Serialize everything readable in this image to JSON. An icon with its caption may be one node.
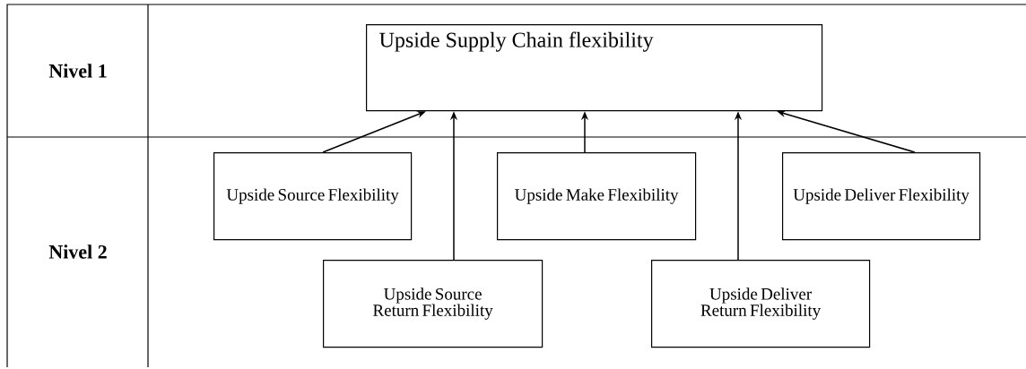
{
  "diagram": {
    "nodes": [
      {
        "text": [
          "Upside Supply Chain flexibility"
        ]
      },
      {
        "text": [
          "Upside Source Flexibility"
        ]
      },
      {
        "text": [
          "Upside Make Flexibility"
        ]
      },
      {
        "text": [
          "Upside Deliver Flexibility"
        ]
      },
      {
        "text": [
          "Upside Source Return Flexibility"
        ]
      },
      {
        "text": [
          "Upside Deliver Return Flexibility"
        ]
      }
    ],
    "edges": [
      {
        "from": 1,
        "to": 0,
        "arrow": "to"
      },
      {
        "from": 4,
        "to": 0,
        "arrow": "to"
      },
      {
        "from": 2,
        "to": 0,
        "arrow": "to"
      },
      {
        "from": 5,
        "to": 0,
        "arrow": "to"
      },
      {
        "from": 3,
        "to": 0,
        "arrow": "to"
      }
    ],
    "labels": [
      "Nivel 1",
      "Nivel 2"
    ]
  }
}
